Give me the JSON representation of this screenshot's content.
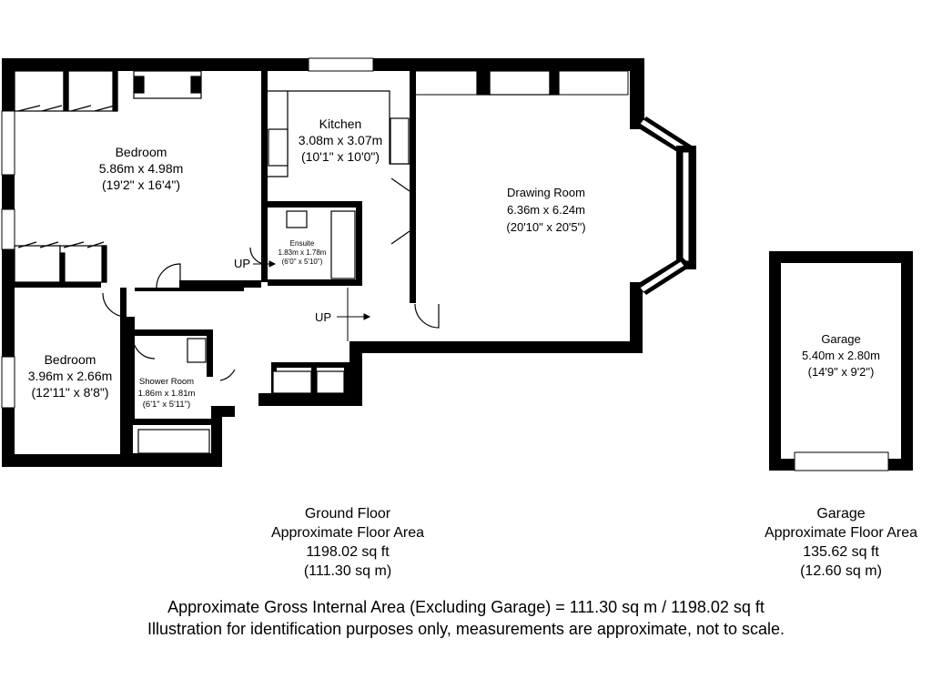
{
  "rooms": {
    "bedroom1": {
      "name": "Bedroom",
      "metric": "5.86m x 4.98m",
      "imperial": "(19'2\" x 16'4\")"
    },
    "kitchen": {
      "name": "Kitchen",
      "metric": "3.08m x 3.07m",
      "imperial": "(10'1\" x 10'0\")"
    },
    "drawing_room": {
      "name": "Drawing Room",
      "metric": "6.36m x 6.24m",
      "imperial": "(20'10\" x 20'5\")"
    },
    "ensuite": {
      "name": "Ensuite",
      "metric": "1.83m x 1.78m",
      "imperial": "(6'0\" x 5'10\")"
    },
    "bedroom2": {
      "name": "Bedroom",
      "metric": "3.96m x 2.66m",
      "imperial": "(12'11\" x 8'8\")"
    },
    "shower_room": {
      "name": "Shower Room",
      "metric": "1.86m x 1.81m",
      "imperial": "(6'1\" x 5'11\")"
    },
    "garage": {
      "name": "Garage",
      "metric": "5.40m x 2.80m",
      "imperial": "(14'9\" x 9'2\")"
    }
  },
  "stairs": {
    "up_label": "UP"
  },
  "captions": {
    "ground": {
      "title": "Ground Floor",
      "subtitle": "Approximate Floor Area",
      "sqft": "1198.02 sq ft",
      "sqm": "(111.30 sq m)"
    },
    "garage": {
      "title": "Garage",
      "subtitle": "Approximate Floor Area",
      "sqft": "135.62 sq ft",
      "sqm": "(12.60 sq m)"
    }
  },
  "footer": {
    "gross_area": "Approximate Gross Internal Area (Excluding Garage) = 111.30 sq m / 1198.02 sq ft",
    "disclaimer": "Illustration for identification purposes only, measurements are approximate, not to scale."
  },
  "colors": {
    "wall": "#000000",
    "window": "#ffffff",
    "background": "#ffffff"
  }
}
